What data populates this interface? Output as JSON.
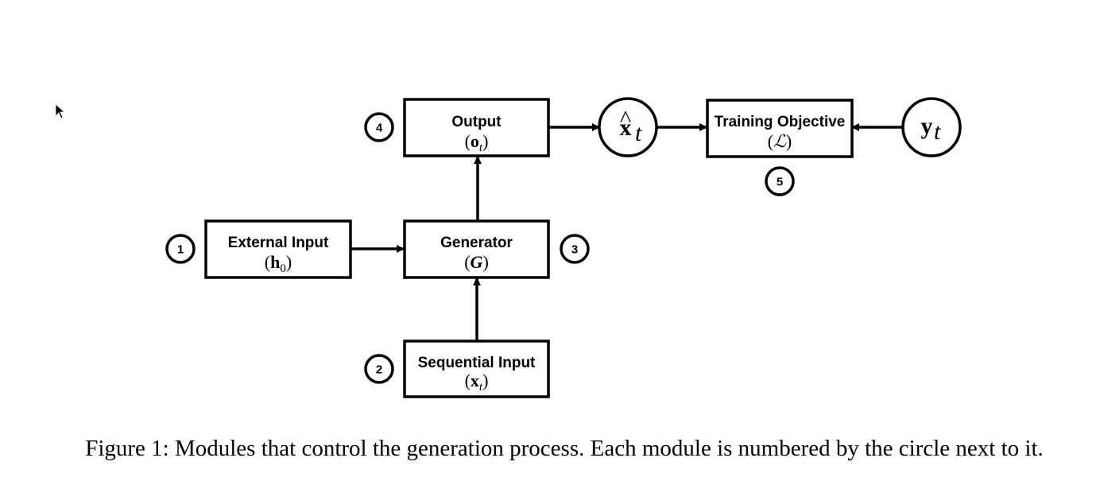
{
  "diagram": {
    "modules": {
      "external_input": {
        "title": "External Input",
        "math": "h",
        "sub": "0",
        "number": "1"
      },
      "sequential_input": {
        "title": "Sequential Input",
        "math": "x",
        "sub": "t",
        "number": "2"
      },
      "generator": {
        "title": "Generator",
        "math": "G",
        "number": "3"
      },
      "output": {
        "title": "Output",
        "math": "o",
        "sub": "t",
        "number": "4"
      },
      "training_objective": {
        "title": "Training Objective",
        "math": "ℒ",
        "number": "5"
      }
    },
    "nodes": {
      "x_hat": {
        "base": "x",
        "hat": "^",
        "sub": "t"
      },
      "y": {
        "base": "y",
        "sub": "t"
      }
    },
    "edges": [
      {
        "from": "external_input",
        "to": "generator"
      },
      {
        "from": "sequential_input",
        "to": "generator"
      },
      {
        "from": "generator",
        "to": "output"
      },
      {
        "from": "output",
        "to": "x_hat"
      },
      {
        "from": "x_hat",
        "to": "training_objective"
      },
      {
        "from": "y",
        "to": "training_objective"
      }
    ]
  },
  "caption": "Figure 1: Modules that control the generation process. Each module is numbered by the circle next to it."
}
